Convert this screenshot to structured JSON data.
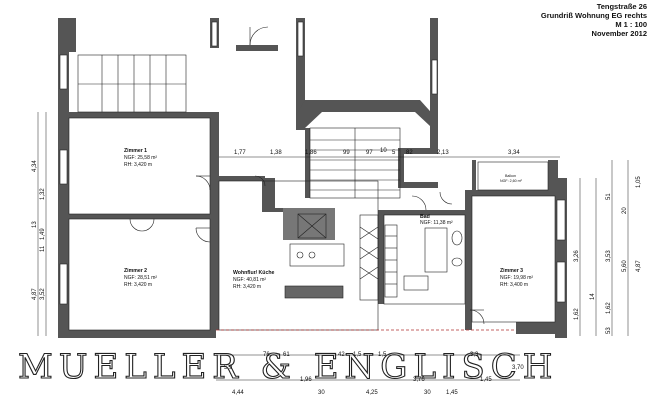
{
  "title_block": {
    "address": "Tengstraße 26",
    "plan_name": "Grundriß Wohnung EG rechts",
    "scale": "M 1 : 100",
    "date": "November 2012"
  },
  "rooms": [
    {
      "name": "Zimmer 1",
      "area": "NGF: 25,58 m²",
      "height": "RH: 3,420 m"
    },
    {
      "name": "Zimmer 2",
      "area": "NGF: 28,51 m²",
      "height": "RH: 3,420 m"
    },
    {
      "name": "Wohnflur/ Küche",
      "area": "NGF: 40,81 m²",
      "height": "RH: 3,420 m"
    },
    {
      "name": "Bad",
      "area": "NGF: 11,38 m²",
      "height": ""
    },
    {
      "name": "Zimmer 3",
      "area": "NGF: 19,98 m²",
      "height": "RH: 3,400 m"
    },
    {
      "name": "Balkon",
      "area": "NGF: 2,60 m²",
      "height": ""
    }
  ],
  "dimensions_top": [
    "1,77",
    "1,38",
    "1,86",
    "99",
    "97",
    "10",
    "5",
    "82",
    "2,13",
    "3,34"
  ],
  "dimensions_left": [
    "4,34",
    "1,32",
    "1,49",
    "11",
    "4,87",
    "3,52"
  ],
  "dimensions_left_extra": [
    "13"
  ],
  "dimensions_right_outer": [
    "1,05",
    "5,60",
    "4,87"
  ],
  "dimensions_right_mid": [
    "51",
    "20",
    "3,53",
    "1,62",
    "14",
    "53"
  ],
  "dimensions_right_inner": [
    "3,26",
    "1,62"
  ],
  "dimensions_bottom_row1": [
    "5,9",
    "76",
    "61",
    "42",
    "1,5",
    "1,5",
    "3,3"
  ],
  "dimensions_bottom_row2": [
    "1,96",
    "3,76",
    "3,70",
    "1,45",
    "4,44",
    "30",
    "4,25",
    "30",
    "1,45"
  ],
  "watermark": "MUELLER & ENGLISCH"
}
